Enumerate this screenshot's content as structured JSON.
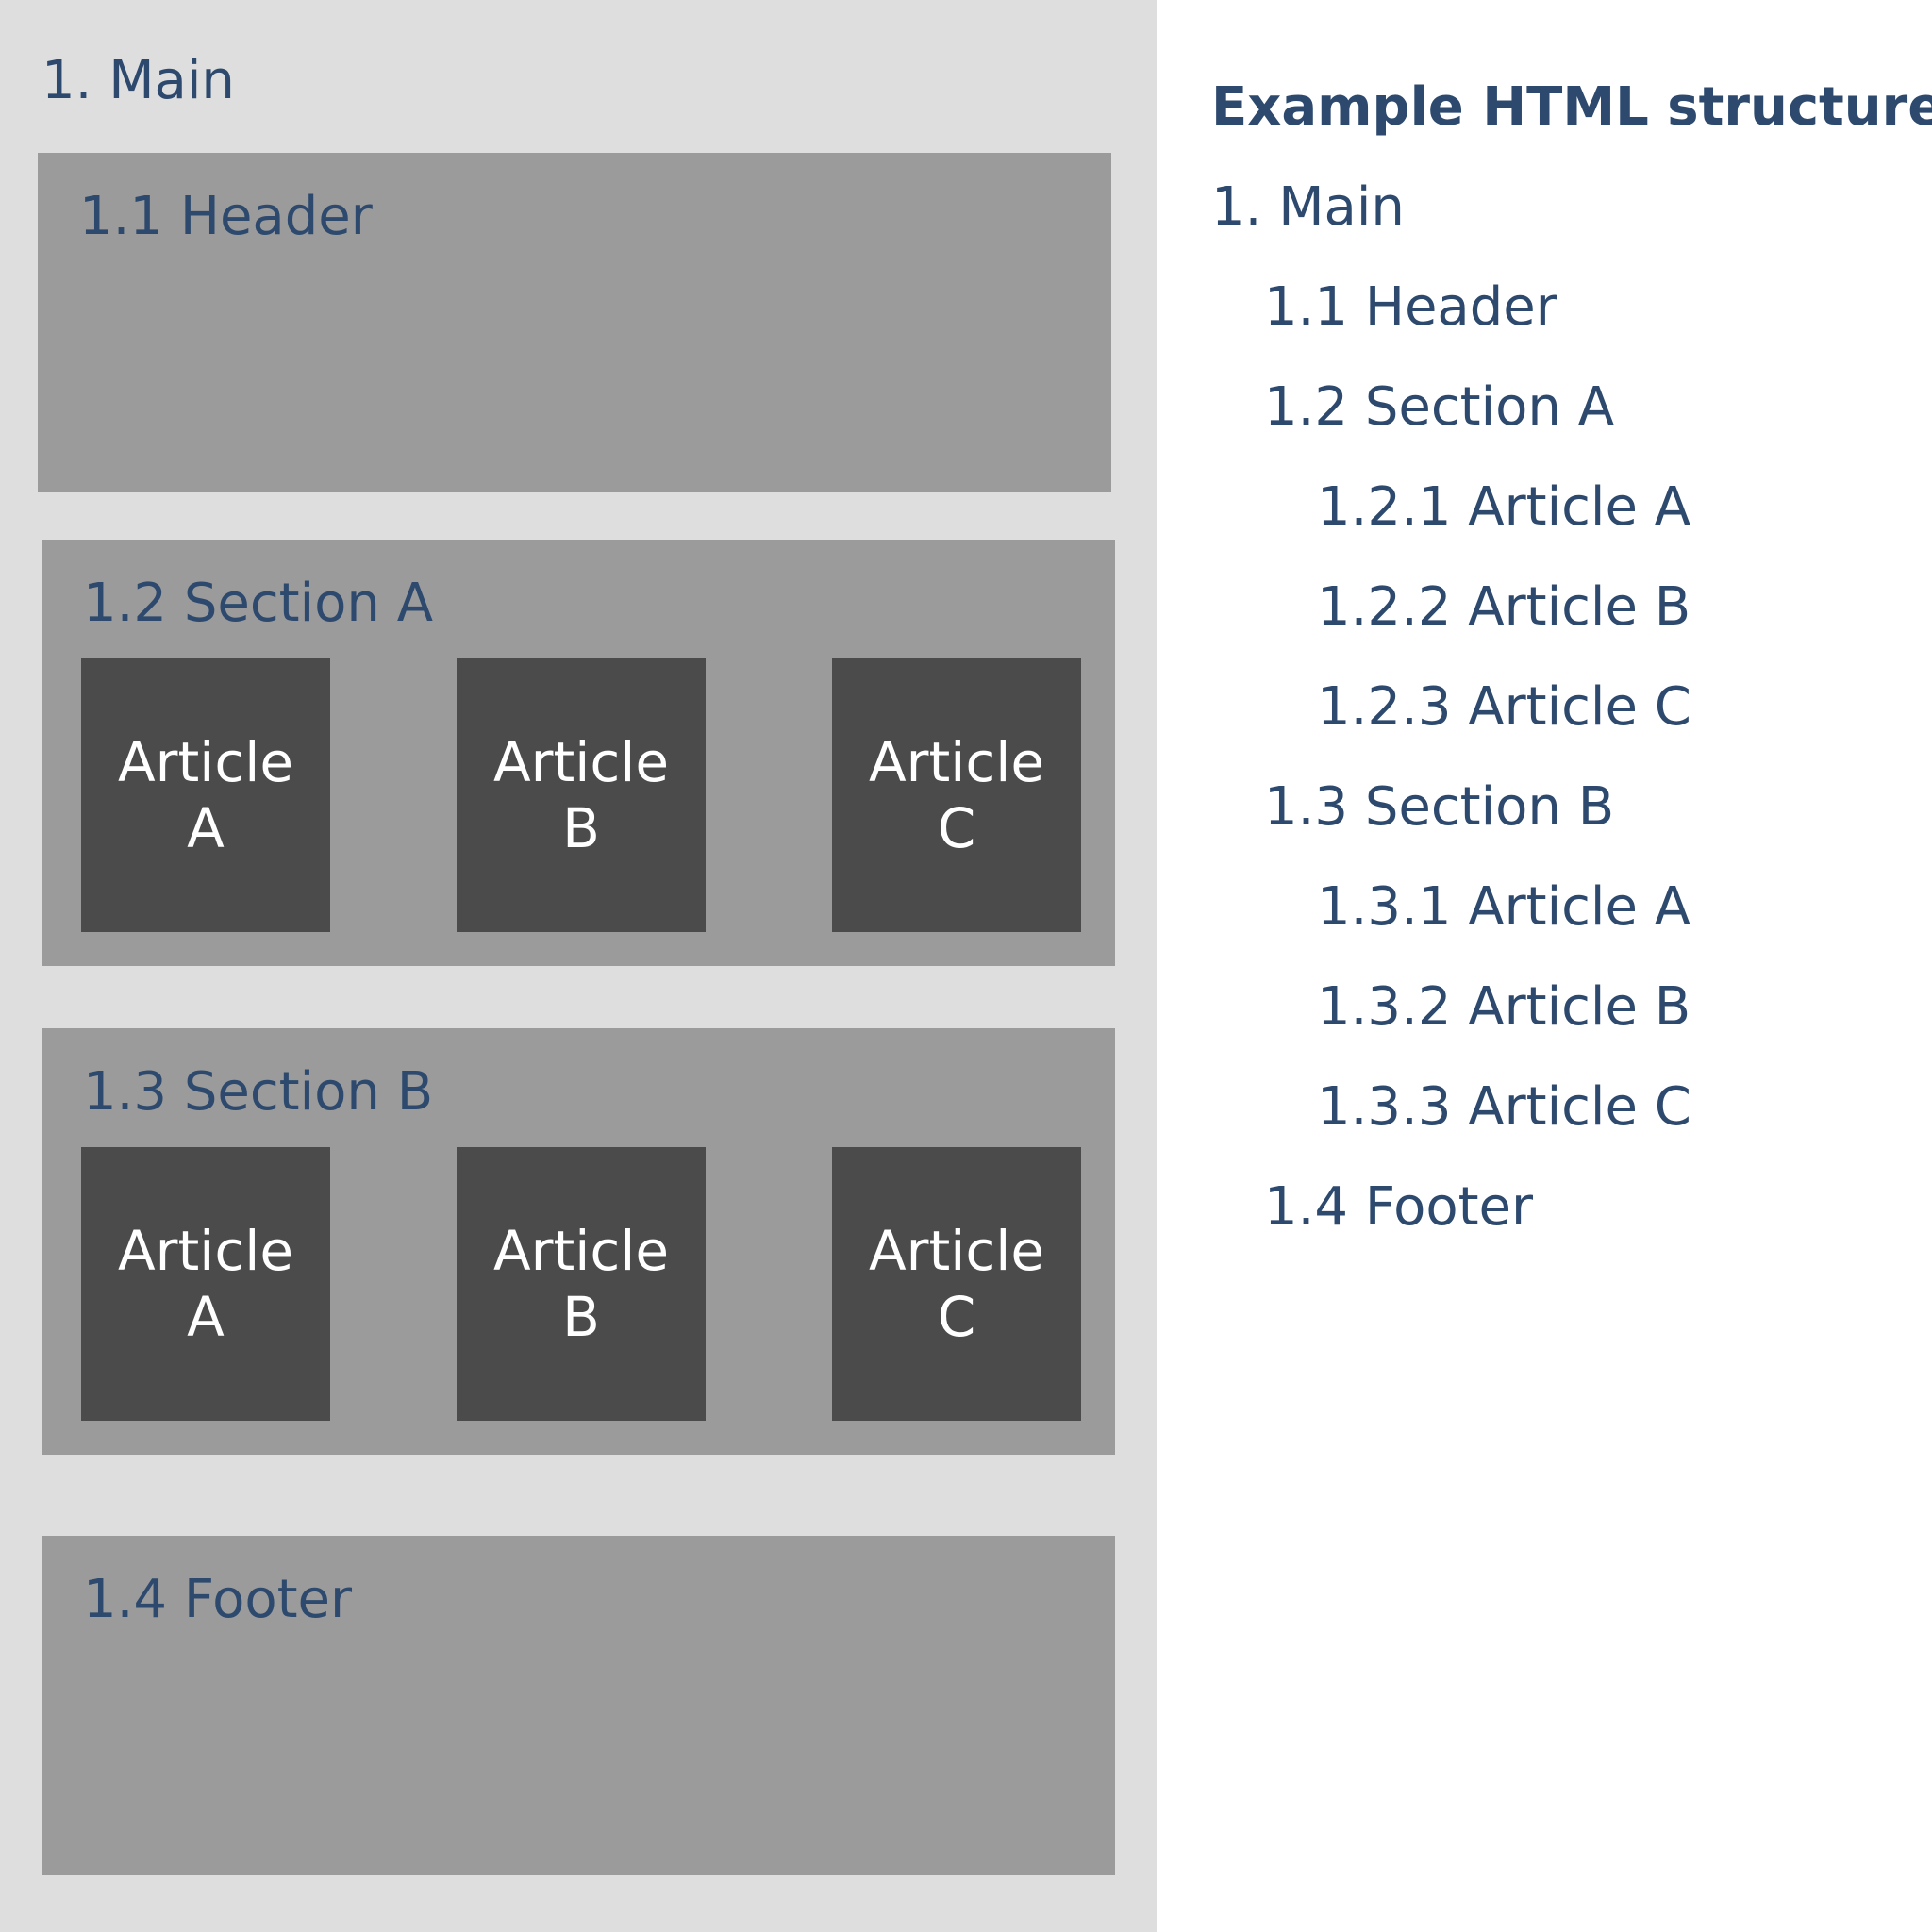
{
  "diagram": {
    "main_label": "1. Main",
    "header_label": "1.1 Header",
    "section_a": {
      "label": "1.2 Section A",
      "articles": [
        "Article A",
        "Article B",
        "Article C"
      ]
    },
    "section_b": {
      "label": "1.3 Section B",
      "articles": [
        "Article A",
        "Article B",
        "Article C"
      ]
    },
    "footer_label": "1.4 Footer"
  },
  "outline": {
    "title": "Example HTML structure:",
    "items": [
      "1. Main",
      "1.1 Header",
      "1.2 Section A",
      "1.2.1 Article A",
      "1.2.2 Article B",
      "1.2.3 Article C",
      "1.3 Section B",
      "1.3.1 Article A",
      "1.3.2 Article B",
      "1.3.3 Article C",
      "1.4 Footer"
    ]
  },
  "colors": {
    "main_background": "#dedede",
    "block_background": "#9b9b9b",
    "article_background": "#4b4b4b",
    "label_text": "#2d4a6e",
    "article_text": "#ffffff"
  }
}
